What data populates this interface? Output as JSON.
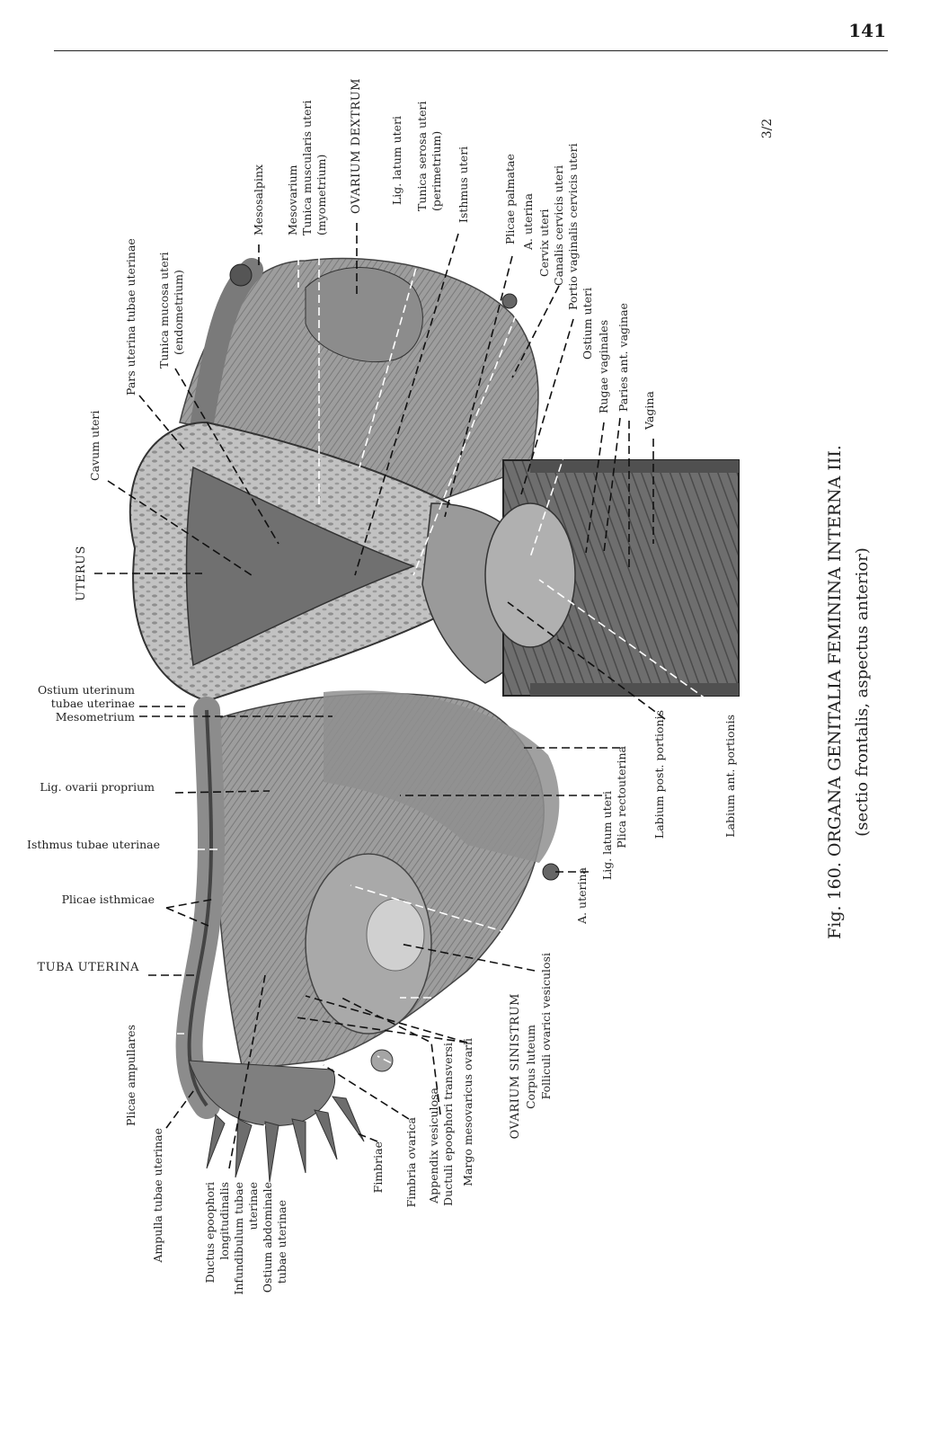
{
  "page": {
    "number": "141"
  },
  "scale": "3/2",
  "caption": {
    "title": "Fig. 160. ORGANA GENITALIA FEMININA INTERNA III.",
    "subtitle": "(sectio frontalis, aspectus anterior)"
  },
  "colors": {
    "tissue_light": "#b9b9b9",
    "tissue_dark": "#5d5d5d",
    "tissue_mid": "#8a8a8a",
    "muscle": "#a4a4a4"
  },
  "labels": {
    "top": [
      "Cavum uteri",
      "Pars uterina tubae uterinae",
      "Tunica mucosa uteri",
      "(endometrium)",
      "Mesosalpinx",
      "Mesovarium",
      "Tunica muscularis uteri",
      "(myometrium)",
      "OVARIUM DEXTRUM",
      "Lig. latum uteri",
      "Tunica serosa uteri",
      "(perimetrium)",
      "Isthmus uteri",
      "Plicae palmatae",
      "A. uterina",
      "Cervix uteri",
      "Canalis cervicis uteri",
      "Portio vaginalis cervicis uteri",
      "Ostium uteri",
      "Rugae vaginales",
      "Paries ant. vaginae",
      "Vagina"
    ],
    "left": [
      "UTERUS",
      "Ostium uterinum",
      "tubae uterinae",
      "Mesometrium",
      "Lig. ovarii proprium",
      "Isthmus tubae uterinae",
      "Plicae isthmicae",
      "TUBA UTERINA",
      "Plicae ampullares"
    ],
    "bottom": [
      "Ampulla tubae uterinae",
      "Ductus epoophori",
      "longitudinalis",
      "Infundibulum tubae",
      "uterinae",
      "Ostium abdominale",
      "tubae uterinae",
      "Fimbriae",
      "Fimbria ovarica",
      "Appendix vesiculosa",
      "Ductuli epoophori transversi",
      "Margo mesovaricus ovarii",
      "OVARIUM SINISTRUM",
      "Corpus luteum",
      "Folliculi ovarici vesiculosi",
      "A. uterina",
      "Lig. latum uteri",
      "Plica rectouterina",
      "Labium post. portionis",
      "Labium ant. portionis"
    ]
  }
}
